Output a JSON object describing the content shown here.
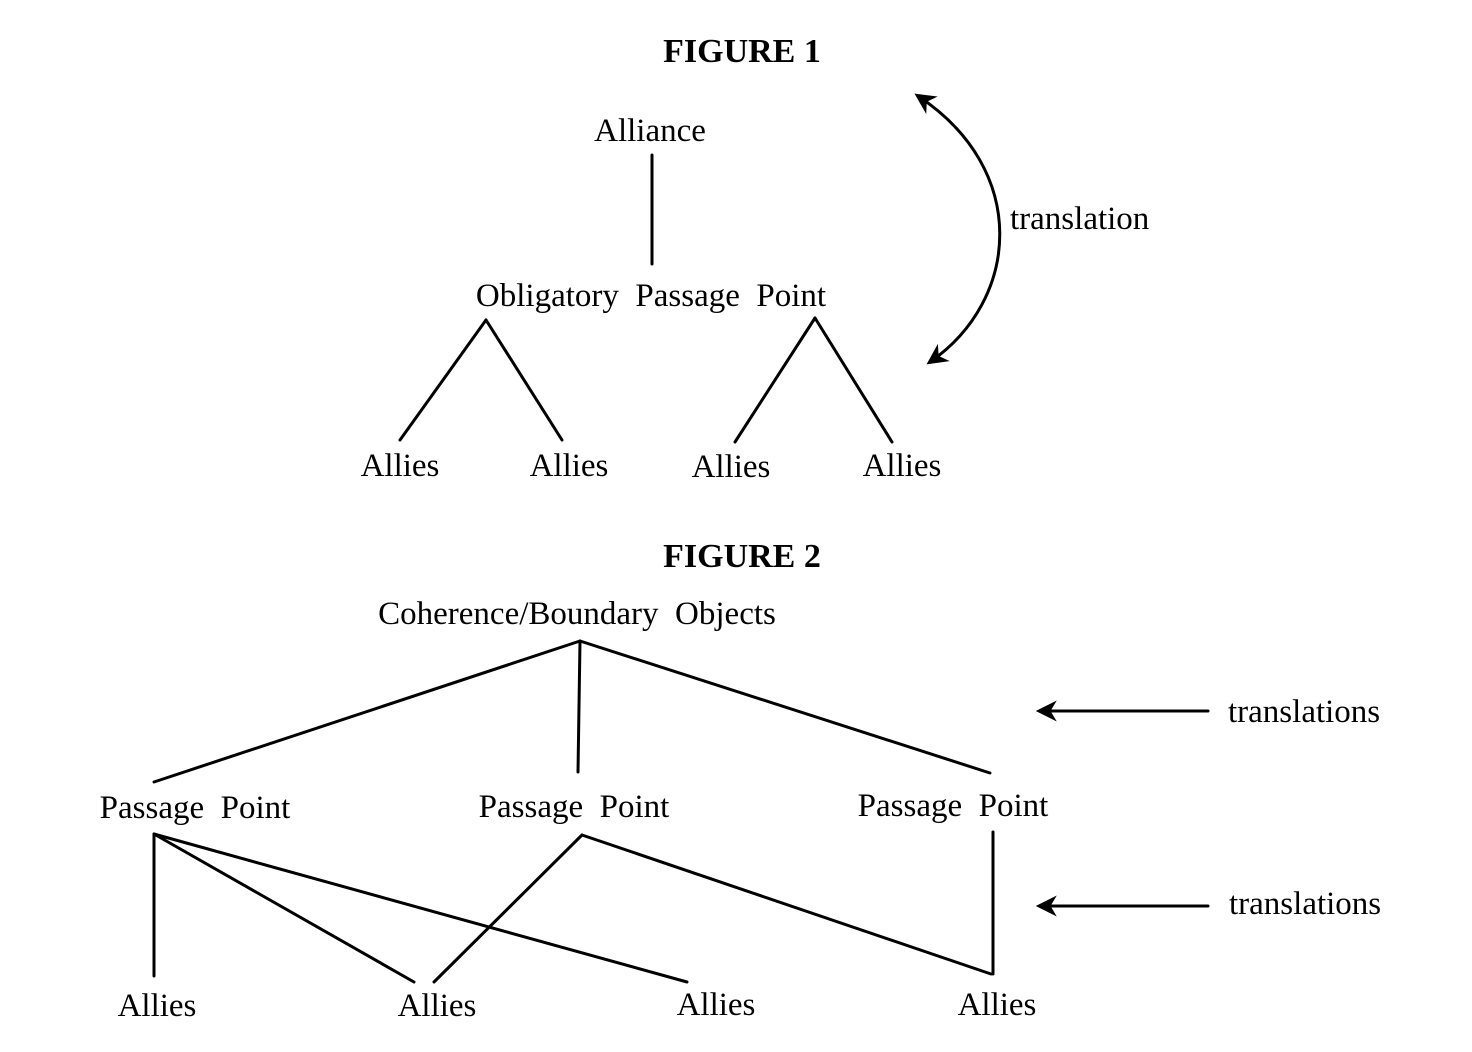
{
  "figure1": {
    "title": "FIGURE 1",
    "top": "Alliance",
    "middle": "Obligatory  Passage  Point",
    "allies": [
      "Allies",
      "Allies",
      "Allies",
      "Allies"
    ],
    "arrow_label": "translation"
  },
  "figure2": {
    "title": "FIGURE 2",
    "top": "Coherence/Boundary  Objects",
    "passage_points": [
      "Passage  Point",
      "Passage  Point",
      "Passage  Point"
    ],
    "allies": [
      "Allies",
      "Allies",
      "Allies",
      "Allies"
    ],
    "arrow_labels": [
      "translations",
      "translations"
    ]
  }
}
